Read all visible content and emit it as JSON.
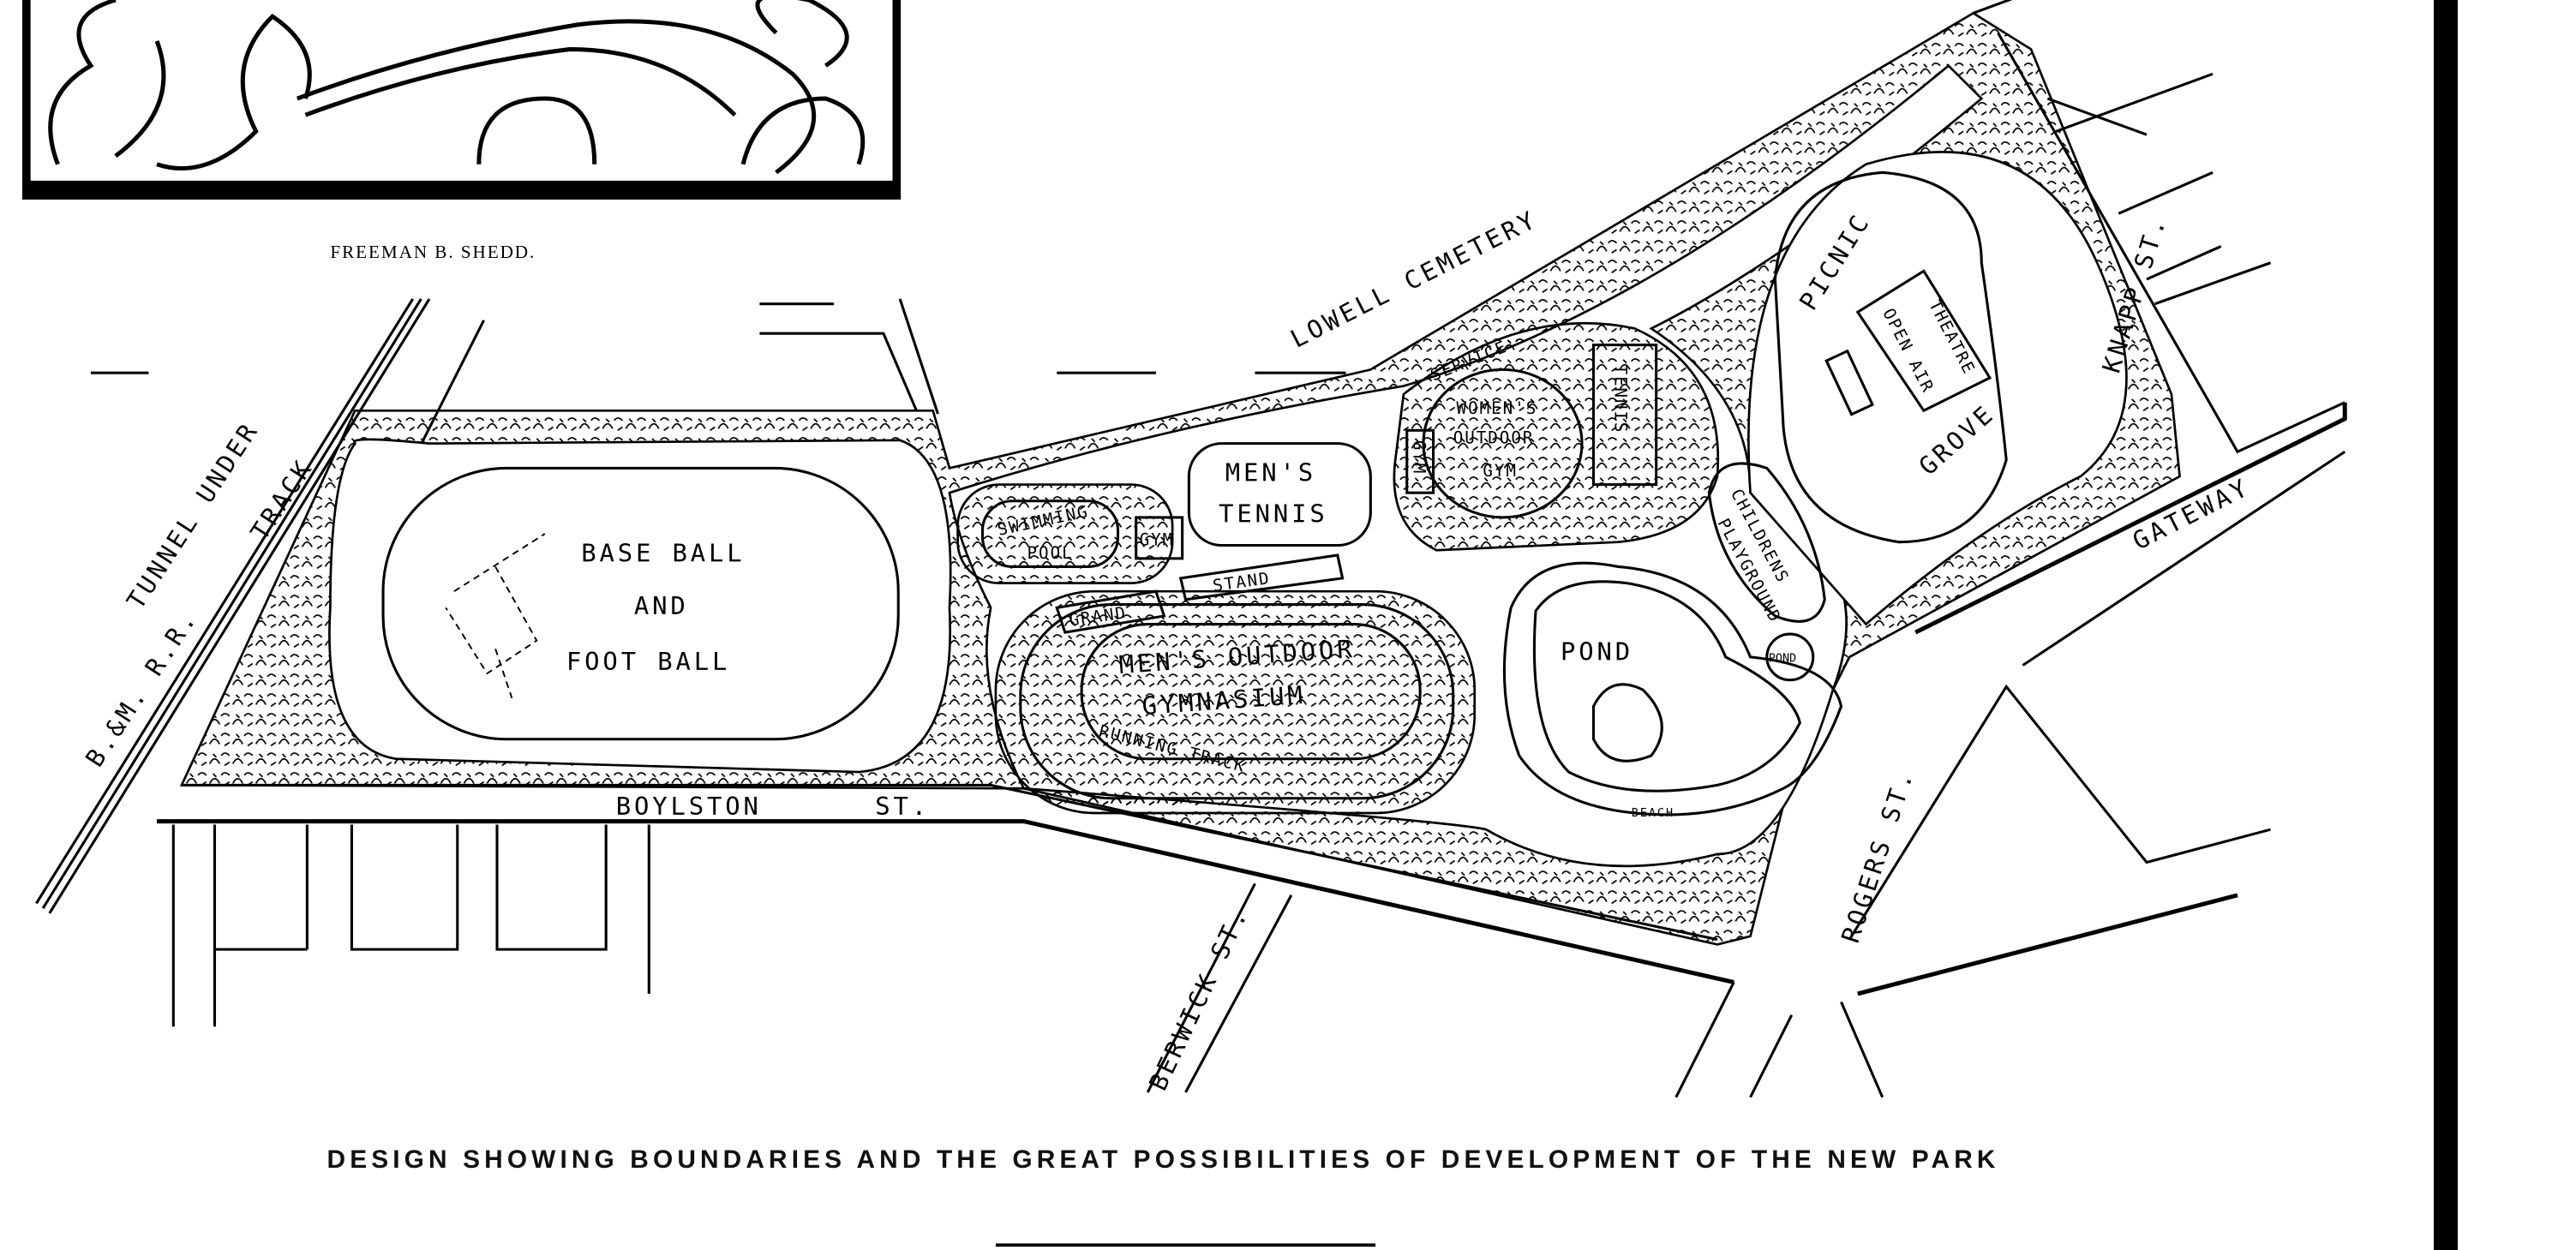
{
  "author": "FREEMAN B. SHEDD.",
  "caption": "DESIGN SHOWING BOUNDARIES AND THE GREAT POSSIBILITIES OF DEVELOPMENT OF THE NEW PARK",
  "map_labels": {
    "tunnel": "TUNNEL UNDER",
    "railroad": "B.&M. R.R.",
    "track": "TRACK",
    "baseball_1": "BASE BALL",
    "baseball_2": "AND",
    "baseball_3": "FOOT BALL",
    "boylston": "BOYLSTON",
    "boylston_st": "ST.",
    "cemetery": "LOWELL CEMETERY",
    "service": "SERVICE",
    "swimming_pool_1": "SWIMMING",
    "swimming_pool_2": "POOL",
    "gym_small": "GYM",
    "mens_tennis_1": "MEN'S",
    "mens_tennis_2": "TENNIS",
    "grand": "GRAND",
    "stand": "STAND",
    "mens_gym_1": "MEN'S OUTDOOR",
    "mens_gym_2": "GYMNASIUM",
    "running_track": "RUNNING TRACK",
    "womens_gym_1": "WOMEN'S",
    "womens_gym_2": "OUTDOOR",
    "womens_gym_3": "GYM",
    "womens_gym_building": "GYM",
    "tennis": "TENNIS",
    "picnic": "PICNIC",
    "grove": "GROVE",
    "theatre_1": "OPEN AIR",
    "theatre_2": "THEATRE",
    "playground_1": "CHILDRENS",
    "playground_2": "PLAYGROUND",
    "pond": "POND",
    "pond_small": "POND",
    "beach": "BEACH",
    "rogers": "ROGERS ST.",
    "gateway": "GATEWAY",
    "knapp": "KNAPP ST.",
    "berwick": "BERWICK ST."
  }
}
